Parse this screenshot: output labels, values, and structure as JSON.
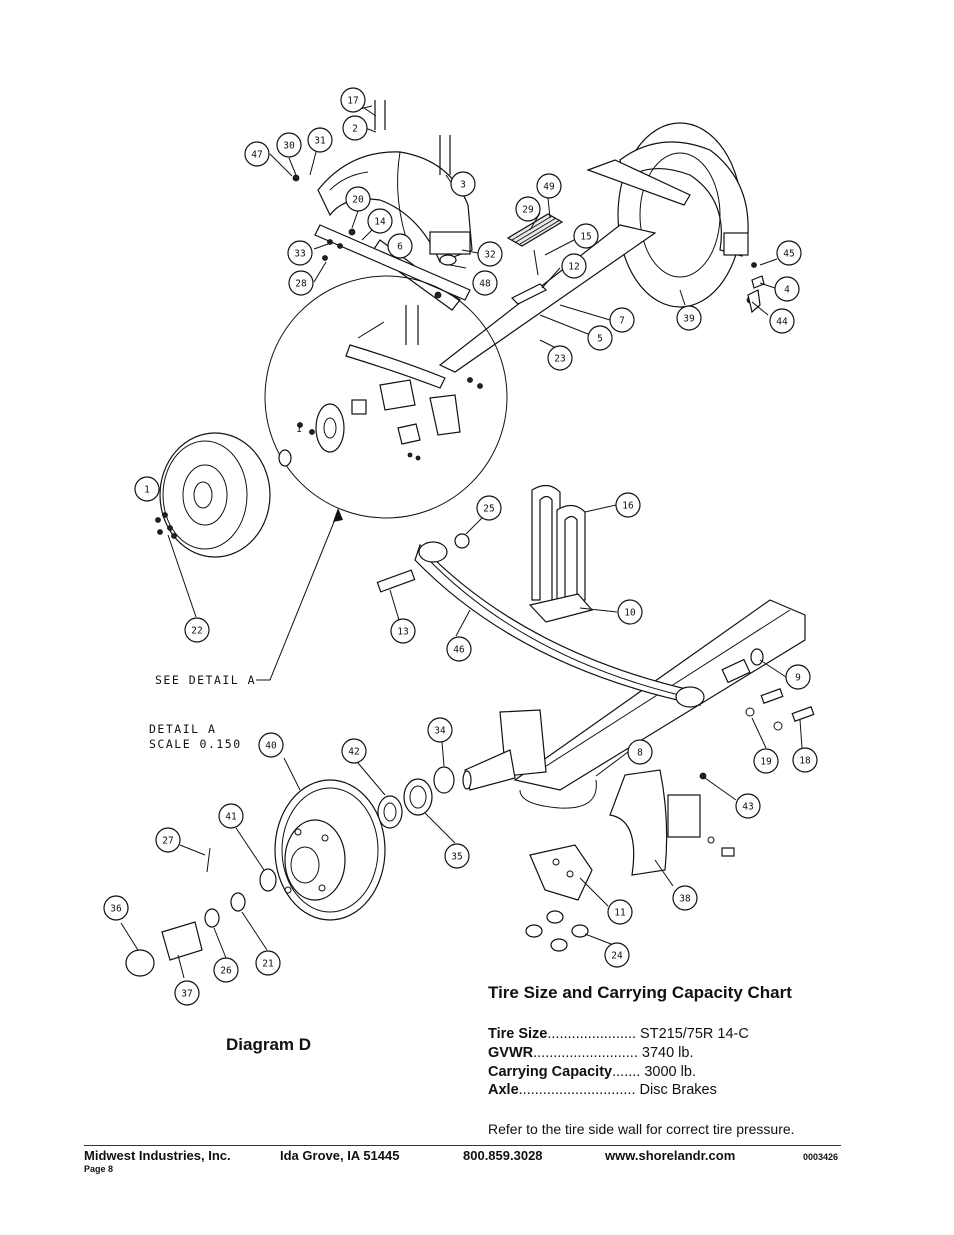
{
  "diagram": {
    "callouts": [
      "1",
      "2",
      "3",
      "4",
      "5",
      "6",
      "7",
      "8",
      "9",
      "10",
      "11",
      "12",
      "13",
      "14",
      "15",
      "16",
      "17",
      "18",
      "19",
      "20",
      "21",
      "22",
      "23",
      "24",
      "25",
      "26",
      "27",
      "28",
      "29",
      "30",
      "31",
      "32",
      "33",
      "34",
      "35",
      "36",
      "37",
      "38",
      "39",
      "40",
      "41",
      "42",
      "43",
      "44",
      "45",
      "46",
      "47",
      "48",
      "49"
    ],
    "see_detail": "SEE DETAIL  A",
    "detail_title": "DETAIL  A",
    "detail_scale": "SCALE  0.150"
  },
  "diagram_label": "Diagram D",
  "chart": {
    "title": "Tire Size and Carrying Capacity Chart",
    "rows": [
      {
        "label": "Tire Size",
        "dots": "......................",
        "value": "ST215/75R 14-C"
      },
      {
        "label": "GVWR",
        "dots": "..........................",
        "value": "3740 lb."
      },
      {
        "label": "Carrying Capacity",
        "dots": ".......",
        "value": "3000 lb."
      },
      {
        "label": "Axle",
        "dots": ".............................",
        "value": "Disc Brakes"
      }
    ],
    "note": "Refer to the tire side wall for correct tire pressure."
  },
  "footer": {
    "company": "Midwest Industries, Inc.",
    "city": "Ida Grove, IA  51445",
    "phone": "800.859.3028",
    "website": "www.shorelandr.com",
    "doc_number": "0003426",
    "page": "Page 8"
  }
}
